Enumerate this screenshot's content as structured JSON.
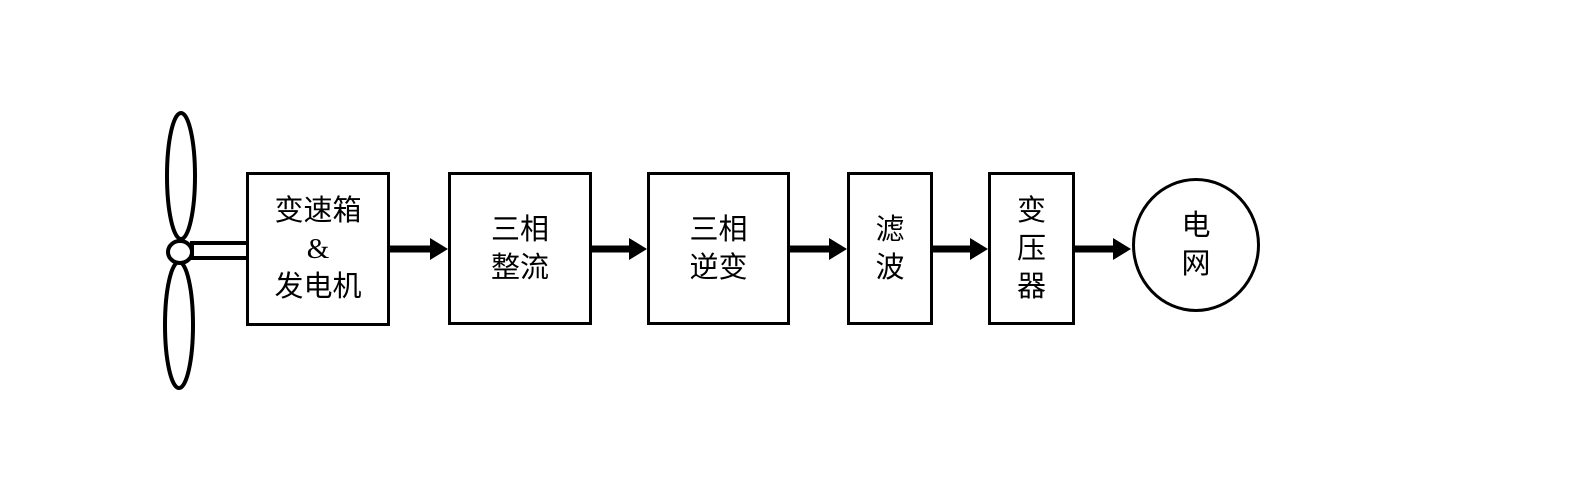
{
  "diagram": {
    "title": "wind-power-grid-connection-flow",
    "colors": {
      "background": "#ffffff",
      "line": "#000000",
      "node_fill": "#ffffff",
      "text": "#000000"
    },
    "icon": {
      "name": "wind-turbine-icon"
    },
    "nodes": [
      {
        "id": "gearbox-generator",
        "shape": "rect",
        "label": "变速箱\n&\n发电机"
      },
      {
        "id": "three-phase-rectifier",
        "shape": "rect",
        "label": "三相\n整流"
      },
      {
        "id": "three-phase-inverter",
        "shape": "rect",
        "label": "三相\n逆变"
      },
      {
        "id": "filter",
        "shape": "rect",
        "label": "滤\n波"
      },
      {
        "id": "transformer",
        "shape": "rect",
        "label": "变\n压\n器"
      },
      {
        "id": "power-grid",
        "shape": "ellipse",
        "label": "电\n网"
      }
    ],
    "flow": [
      "wind-turbine → gearbox-generator",
      "gearbox-generator → three-phase-rectifier",
      "three-phase-rectifier → three-phase-inverter",
      "three-phase-inverter → filter",
      "filter → transformer",
      "transformer → power-grid"
    ]
  }
}
